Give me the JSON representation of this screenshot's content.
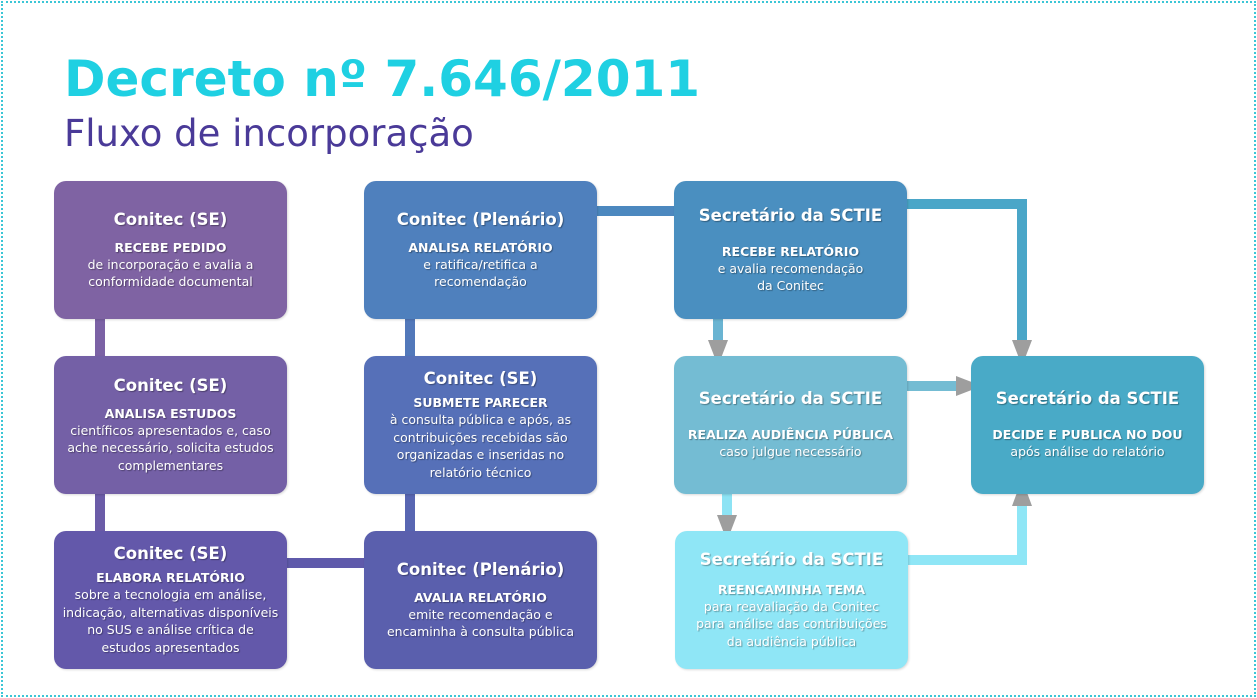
{
  "title": "Decreto nº 7.646/2011",
  "subtitle": "Fluxo de incorporação",
  "boxes": [
    {
      "heading": "Conitec (SE)",
      "action": "RECEBE PEDIDO",
      "detail": "de incorporação e avalia a conformidade documental",
      "color": "#7f63a3"
    },
    {
      "heading": "Conitec (SE)",
      "action": "ANALISA ESTUDOS",
      "detail": "científicos apresentados e, caso ache necessário, solicita estudos complementares",
      "color": "#7460a6"
    },
    {
      "heading": "Conitec (SE)",
      "action": "ELABORA RELATÓRIO",
      "detail": "sobre a tecnologia em análise, indicação, alternativas disponíveis no SUS e análise crítica de estudos apresentados",
      "color": "#6358aa"
    },
    {
      "heading": "Conitec (Plenário)",
      "action": "ANALISA RELATÓRIO",
      "detail": "e ratifica/retifica a recomendação",
      "color": "#4f80bd"
    },
    {
      "heading": "Conitec (SE)",
      "action": "SUBMETE PARECER",
      "detail": "à consulta pública e após, as contribuições recebidas são organizadas e inseridas no relatório técnico",
      "color": "#5670b8"
    },
    {
      "heading": "Conitec (Plenário)",
      "action": "AVALIA RELATÓRIO",
      "detail": "emite recomendação e encaminha à consulta pública",
      "color": "#5a5fad"
    },
    {
      "heading": "Secretário da SCTIE",
      "action": "RECEBE RELATÓRIO",
      "detail": "e avalia recomendação da Conitec",
      "color": "#4a8fc0"
    },
    {
      "heading": "Secretário da SCTIE",
      "action": "REALIZA AUDIÊNCIA PÚBLICA",
      "detail": "caso julgue necessário",
      "color": "#74bcd3"
    },
    {
      "heading": "Secretário da SCTIE",
      "action": "REENCAMINHA TEMA",
      "detail": "para reavaliação da Conitec para análise das contribuições da audiência pública",
      "color": "#8fe6f6"
    },
    {
      "heading": "Secretário da SCTIE",
      "action": "DECIDE E PUBLICA NO DOU",
      "detail": "após análise do relatório",
      "color": "#49aac7"
    }
  ]
}
